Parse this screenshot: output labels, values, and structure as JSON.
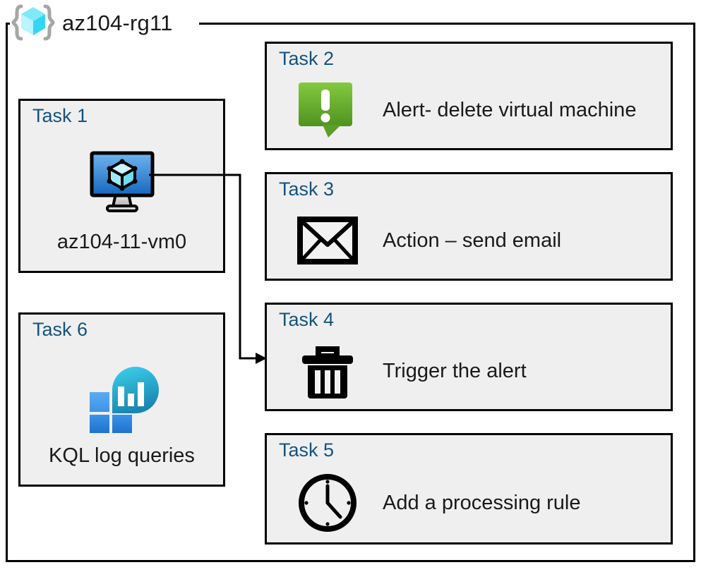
{
  "container": {
    "title": "az104-rg11",
    "icon": "resource-group-icon"
  },
  "colors": {
    "card_bg": "#efefef",
    "card_border": "#000000",
    "task_label": "#14537e",
    "text": "#1a1a1a",
    "alert_green_light": "#7ec242",
    "alert_green_dark": "#589e26",
    "vm_blue_light": "#5aa7e8",
    "vm_blue_dark": "#1a6fc4",
    "cube_cyan": "#4fe0f5",
    "log_square_light": "#4a9ef0",
    "log_square_dark": "#2a85e0",
    "log_bubble_light": "#31c9ea",
    "log_bubble_dark": "#1a87b2",
    "connector": "#000000"
  },
  "tasks": [
    {
      "id": "task-1",
      "title": "Task 1",
      "label": "az104-11-vm0",
      "icon": "virtual-machine-icon",
      "layout": "vertical"
    },
    {
      "id": "task-2",
      "title": "Task 2",
      "label": "Alert- delete virtual machine",
      "icon": "alert-bubble-icon",
      "layout": "horizontal"
    },
    {
      "id": "task-3",
      "title": "Task 3",
      "label": "Action – send email",
      "icon": "envelope-icon",
      "layout": "horizontal"
    },
    {
      "id": "task-4",
      "title": "Task 4",
      "label": "Trigger the alert",
      "icon": "trash-can-icon",
      "layout": "horizontal"
    },
    {
      "id": "task-5",
      "title": "Task 5",
      "label": "Add a processing rule",
      "icon": "clock-icon",
      "layout": "horizontal"
    },
    {
      "id": "task-6",
      "title": "Task 6",
      "label": "KQL log queries",
      "icon": "log-analytics-icon",
      "layout": "vertical"
    }
  ],
  "connectors": [
    {
      "id": "vm-to-trigger",
      "from": "task-1",
      "to": "task-4",
      "arrow": "arrowhead-right"
    }
  ]
}
